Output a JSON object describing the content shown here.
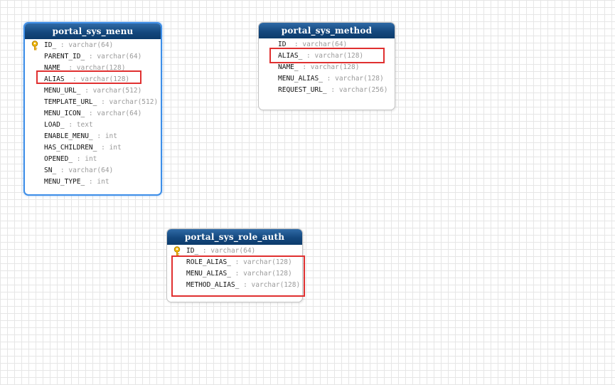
{
  "entities": [
    {
      "name": "portal_sys_menu",
      "fields": [
        {
          "name": "ID_",
          "type": "varchar(64)",
          "pk": true
        },
        {
          "name": "PARENT_ID_",
          "type": "varchar(64)"
        },
        {
          "name": "NAME_",
          "type": "varchar(128)"
        },
        {
          "name": "ALIAS_",
          "type": "varchar(128)"
        },
        {
          "name": "MENU_URL_",
          "type": "varchar(512)"
        },
        {
          "name": "TEMPLATE_URL_",
          "type": "varchar(512)"
        },
        {
          "name": "MENU_ICON_",
          "type": "varchar(64)"
        },
        {
          "name": "LOAD_",
          "type": "text"
        },
        {
          "name": "ENABLE_MENU_",
          "type": "int"
        },
        {
          "name": "HAS_CHILDREN_",
          "type": "int"
        },
        {
          "name": "OPENED_",
          "type": "int"
        },
        {
          "name": "SN_",
          "type": "varchar(64)"
        },
        {
          "name": "MENU_TYPE_",
          "type": "int"
        }
      ]
    },
    {
      "name": "portal_sys_method",
      "fields": [
        {
          "name": "ID_",
          "type": "varchar(64)",
          "pk": true
        },
        {
          "name": "ALIAS_",
          "type": "varchar(128)"
        },
        {
          "name": "NAME_",
          "type": "varchar(128)"
        },
        {
          "name": "MENU_ALIAS_",
          "type": "varchar(128)"
        },
        {
          "name": "REQUEST_URL_",
          "type": "varchar(256)"
        }
      ]
    },
    {
      "name": "portal_sys_role_auth",
      "fields": [
        {
          "name": "ID_",
          "type": "varchar(64)",
          "pk": true
        },
        {
          "name": "ROLE_ALIAS_",
          "type": "varchar(128)"
        },
        {
          "name": "MENU_ALIAS_",
          "type": "varchar(128)"
        },
        {
          "name": "METHOD_ALIAS_",
          "type": "varchar(128)"
        }
      ]
    }
  ],
  "separator": " : ",
  "colors": {
    "header": "#14487e",
    "highlight": "#e03030",
    "selection": "#3d8ee8",
    "key": "#f2b705"
  }
}
